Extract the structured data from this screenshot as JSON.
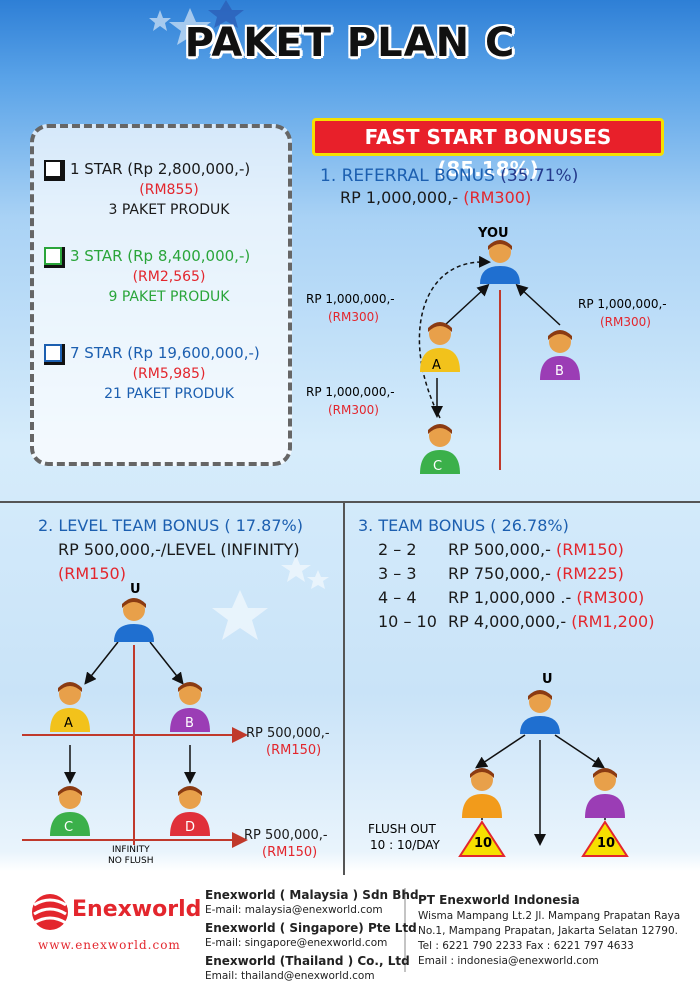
{
  "title": "PAKET PLAN C",
  "packages": [
    {
      "label": "1 STAR (Rp 2,800,000,-)",
      "rm": "(RM855)",
      "products": "3 PAKET PRODUK"
    },
    {
      "label": "3 STAR (Rp 8,400,000,-)",
      "rm": "(RM2,565)",
      "products": "9 PAKET PRODUK"
    },
    {
      "label": "7 STAR (Rp 19,600,000,-)",
      "rm": "(RM5,985)",
      "products": "21 PAKET PRODUK"
    }
  ],
  "fast_start": {
    "banner": "FAST START BONUSES (85.18%)",
    "referral_title": "1. REFERRAL BONUS",
    "referral_pct": "(35.71%)",
    "referral_amount": "RP 1,000,000,-",
    "referral_rm": "(RM300)",
    "you_label": "YOU",
    "left_amount": "RP 1,000,000,-",
    "left_rm": "(RM300)",
    "right_amount": "RP 1,000,000,-",
    "right_rm": "(RM300)",
    "lower_amount": "RP 1,000,000,-",
    "lower_rm": "(RM300)",
    "node_a": "A",
    "node_b": "B",
    "node_c": "C"
  },
  "level_team": {
    "title": "2. LEVEL TEAM BONUS ( 17.87%)",
    "amount": "RP 500,000,-/LEVEL (INFINITY)",
    "rm": "(RM150)",
    "u_label": "U",
    "node_a": "A",
    "node_b": "B",
    "node_c": "C",
    "node_d": "D",
    "level1_amount": "RP 500,000,-",
    "level1_rm": "(RM150)",
    "level2_amount": "RP 500,000,-",
    "level2_rm": "(RM150)",
    "infinity_note": "INFINITY",
    "noflush_note": "NO FLUSH"
  },
  "team_bonus": {
    "title": "3. TEAM BONUS ( 26.78%)",
    "rows": [
      {
        "pair": "2 – 2",
        "amount": "RP 500,000,-",
        "rm": "(RM150)"
      },
      {
        "pair": "3 – 3",
        "amount": "RP 750,000,-",
        "rm": "(RM225)"
      },
      {
        "pair": "4 – 4",
        "amount": "RP 1,000,000 .-",
        "rm": "(RM300)"
      },
      {
        "pair": "10 – 10",
        "amount": "RP 4,000,000,-",
        "rm": "(RM1,200)"
      }
    ],
    "u_label": "U",
    "flush_out": "FLUSH OUT",
    "flush_rate": "10 : 10/DAY",
    "left_badge": "10",
    "right_badge": "10"
  },
  "footer": {
    "brand": "Enexworld",
    "website": "www.enexworld.com",
    "malaysia_name": "Enexworld ( Malaysia ) Sdn Bhd",
    "malaysia_email": "E-mail: malaysia@enexworld.com",
    "singapore_name": "Enexworld ( Singapore) Pte Ltd",
    "singapore_email": "E-mail: singapore@enexworld.com",
    "thailand_name": "Enexworld (Thailand ) Co., Ltd",
    "thailand_email": "Email: thailand@enexworld.com",
    "indonesia_name": "PT Enexworld Indonesia",
    "indonesia_addr1": "Wisma Mampang Lt.2 Jl. Mampang Prapatan Raya",
    "indonesia_addr2": "No.1, Mampang Prapatan, Jakarta Selatan 12790.",
    "indonesia_tel": "Tel : 6221 790 2233    Fax : 6221 797 4633",
    "indonesia_email": "Email :  indonesia@enexworld.com"
  },
  "colors": {
    "accent_red": "#e3262d",
    "accent_blue": "#1c5fb0",
    "accent_green": "#2aa53a",
    "banner_yellow": "#f6e000"
  }
}
